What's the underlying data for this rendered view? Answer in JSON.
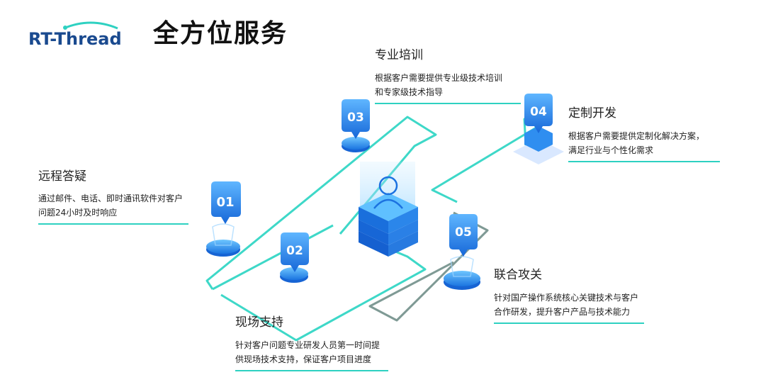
{
  "logo": {
    "text": "RT-Thread"
  },
  "page_title": "全方位服务",
  "services": [
    {
      "number": "01",
      "title": "远程答疑",
      "desc_lines": [
        "通过邮件、电话、即时通讯软件对客户",
        "问题24小时及时响应"
      ]
    },
    {
      "number": "02",
      "title": "现场支持",
      "desc_lines": [
        "针对客户问题专业研发人员第一时间提",
        "供现场技术支持，保证客户项目进度"
      ]
    },
    {
      "number": "03",
      "title": "专业培训",
      "desc_lines": [
        "根据客户需要提供专业级技术培训",
        "和专家级技术指导"
      ]
    },
    {
      "number": "04",
      "title": "定制开发",
      "desc_lines": [
        "根据客户需要提供定制化解决方案，",
        "满足行业与个性化需求"
      ]
    },
    {
      "number": "05",
      "title": "联合攻关",
      "desc_lines": [
        "针对国产操作系统核心关键技术与客户",
        "合作研发，提升客户产品与技术能力"
      ]
    }
  ],
  "colors": {
    "accent": "#2ed1c1",
    "pin_blue": "#1e7fe6",
    "pin_light": "#5fb6ff",
    "path_teal": "#3ed8c8",
    "path_gray": "#7f9a95"
  }
}
